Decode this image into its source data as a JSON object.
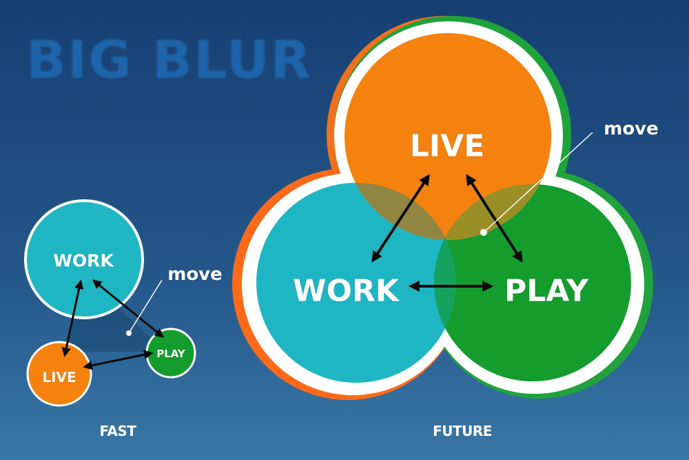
{
  "title": "BIG BLUR",
  "left_diagram": {
    "caption": "FAST",
    "nodes": {
      "work": "WORK",
      "live": "LIVE",
      "play": "PLAY"
    },
    "annotation": "move"
  },
  "right_diagram": {
    "caption": "FUTURE",
    "nodes": {
      "live": "LIVE",
      "work": "WORK",
      "play": "PLAY"
    },
    "annotation": "move"
  },
  "colors": {
    "background_top": "#1a4478",
    "background_bottom": "#2e6694",
    "title": "#1e6ab3",
    "orange": "#f5820f",
    "teal": "#1fb6c4",
    "green": "#149c2c",
    "white": "#ffffff",
    "arrow": "#0b0b0b"
  }
}
